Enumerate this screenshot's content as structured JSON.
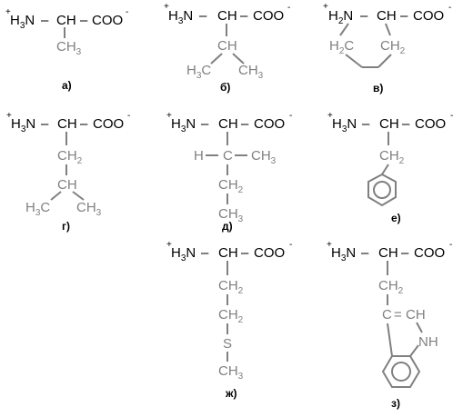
{
  "figure": {
    "panels": [
      {
        "id": "a",
        "caption": "а)",
        "backbone": {
          "charge": "+",
          "h3": "H",
          "h3sub": "3",
          "n": "N",
          "dash1": "–",
          "ch": "CH",
          "dash2": "–",
          "coo": "COO",
          "minus": "-"
        },
        "side_chain": {
          "ch3": "CH",
          "ch3sub": "3"
        }
      },
      {
        "id": "b",
        "caption": "б)",
        "backbone": {
          "charge": "+",
          "h3": "H",
          "h3sub": "3",
          "n": "N",
          "dash1": "–",
          "ch": "CH",
          "dash2": "–",
          "coo": "COO",
          "minus": "-"
        },
        "side_chain": {
          "ch": "CH",
          "left_h": "H",
          "left_c": "C",
          "left_sub": "3",
          "right_ch": "CH",
          "right_sub": "3"
        }
      },
      {
        "id": "v",
        "caption": "в)",
        "backbone": {
          "charge": "+",
          "h2": "H",
          "h2sub": "2",
          "n": "N",
          "dash1": "–",
          "ch": "CH",
          "dash2": "–",
          "coo": "COO",
          "minus": "-"
        },
        "side_chain": {
          "left_h": "H",
          "left_sub": "2",
          "left_c": "C",
          "right_ch": "CH",
          "right_sub": "2"
        }
      },
      {
        "id": "g",
        "caption": "г)",
        "backbone": {
          "charge": "+",
          "h3": "H",
          "h3sub": "3",
          "n": "N",
          "dash1": "–",
          "ch": "CH",
          "dash2": "–",
          "coo": "COO",
          "minus": "-"
        },
        "side_chain": {
          "ch2": "CH",
          "ch2sub": "2",
          "ch": "CH",
          "left_h": "H",
          "left_c": "C",
          "left_sub": "3",
          "right_ch": "CH",
          "right_sub": "3"
        }
      },
      {
        "id": "d",
        "caption": "д)",
        "backbone": {
          "charge": "+",
          "h3": "H",
          "h3sub": "3",
          "n": "N",
          "dash1": "–",
          "ch": "CH",
          "dash2": "–",
          "coo": "COO",
          "minus": "-"
        },
        "side_chain": {
          "h": "H",
          "c": "C",
          "ch3": "CH",
          "ch3sub": "3",
          "ch2": "CH",
          "ch2sub": "2",
          "end_ch": "CH",
          "end_sub": "3"
        }
      },
      {
        "id": "e",
        "caption": "е)",
        "backbone": {
          "charge": "+",
          "h3": "H",
          "h3sub": "3",
          "n": "N",
          "dash1": "–",
          "ch": "CH",
          "dash2": "–",
          "coo": "COO",
          "minus": "-"
        },
        "side_chain": {
          "ch2": "CH",
          "ch2sub": "2"
        }
      },
      {
        "id": "zh",
        "caption": "ж)",
        "backbone": {
          "charge": "+",
          "h3": "H",
          "h3sub": "3",
          "n": "N",
          "dash1": "–",
          "ch": "CH",
          "dash2": "–",
          "coo": "COO",
          "minus": "-"
        },
        "side_chain": {
          "ch2a": "CH",
          "ch2asub": "2",
          "ch2b": "CH",
          "ch2bsub": "2",
          "s": "S",
          "ch3": "CH",
          "ch3sub": "3"
        }
      },
      {
        "id": "z",
        "caption": "з)",
        "backbone": {
          "charge": "+",
          "h3": "H",
          "h3sub": "3",
          "n": "N",
          "dash1": "–",
          "ch": "CH",
          "dash2": "–",
          "coo": "COO",
          "minus": "-"
        },
        "side_chain": {
          "ch2": "CH",
          "ch2sub": "2",
          "c": "C",
          "eq": "=",
          "ch": "CH",
          "nh": "NH"
        }
      }
    ]
  }
}
